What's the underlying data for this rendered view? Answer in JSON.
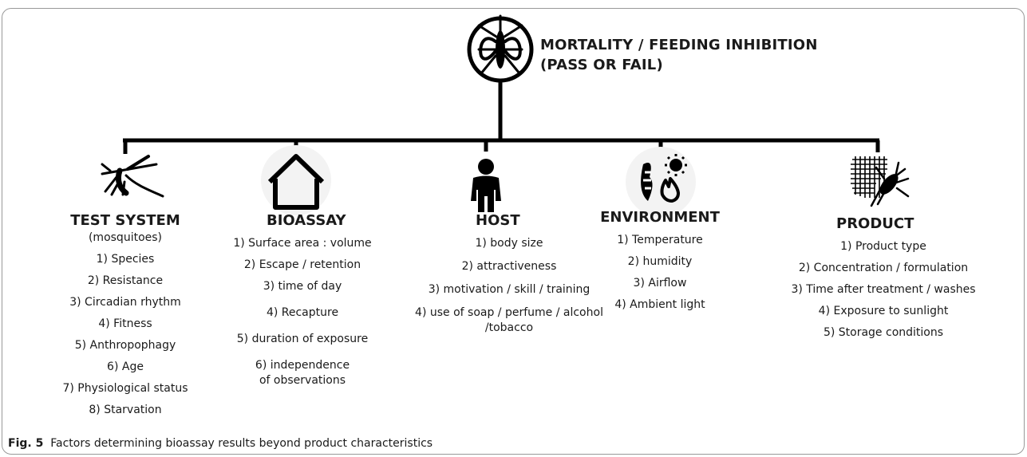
{
  "outcome": {
    "title_line1": "MORTALITY / FEEDING INHIBITION",
    "title_line2": "(PASS OR FAIL)"
  },
  "columns": [
    {
      "key": "test_system",
      "icon": "mosquito-icon",
      "heading": "TEST SYSTEM",
      "subheading": "(mosquitoes)",
      "items": [
        "1) Species",
        "2) Resistance",
        "3) Circadian rhythm",
        "4) Fitness",
        "5) Anthropophagy",
        "6) Age",
        "7) Physiological status",
        "8) Starvation"
      ]
    },
    {
      "key": "bioassay",
      "icon": "house-icon",
      "heading": "BIOASSAY",
      "items": [
        "1) Surface area : volume",
        "2) Escape / retention",
        "3) time of day",
        "4) Recapture",
        "5) duration of exposure",
        "6) independence of observations"
      ]
    },
    {
      "key": "host",
      "icon": "person-icon",
      "heading": "HOST",
      "items": [
        "1) body size",
        "2) attractiveness",
        "3) motivation / skill / training",
        "4) use of soap / perfume / alcohol /tobacco"
      ]
    },
    {
      "key": "environment",
      "icon": "environment-icon",
      "heading": "ENVIRONMENT",
      "items": [
        "1) Temperature",
        "2) humidity",
        "3) Airflow",
        "4) Ambient light"
      ]
    },
    {
      "key": "product",
      "icon": "net-insect-icon",
      "heading": "PRODUCT",
      "items": [
        "1) Product type",
        "2) Concentration / formulation",
        "3) Time after treatment / washes",
        "4) Exposure to sunlight",
        "5) Storage conditions"
      ]
    }
  ],
  "caption": {
    "label": "Fig. 5",
    "text": "Factors determining bioassay results beyond product characteristics"
  }
}
